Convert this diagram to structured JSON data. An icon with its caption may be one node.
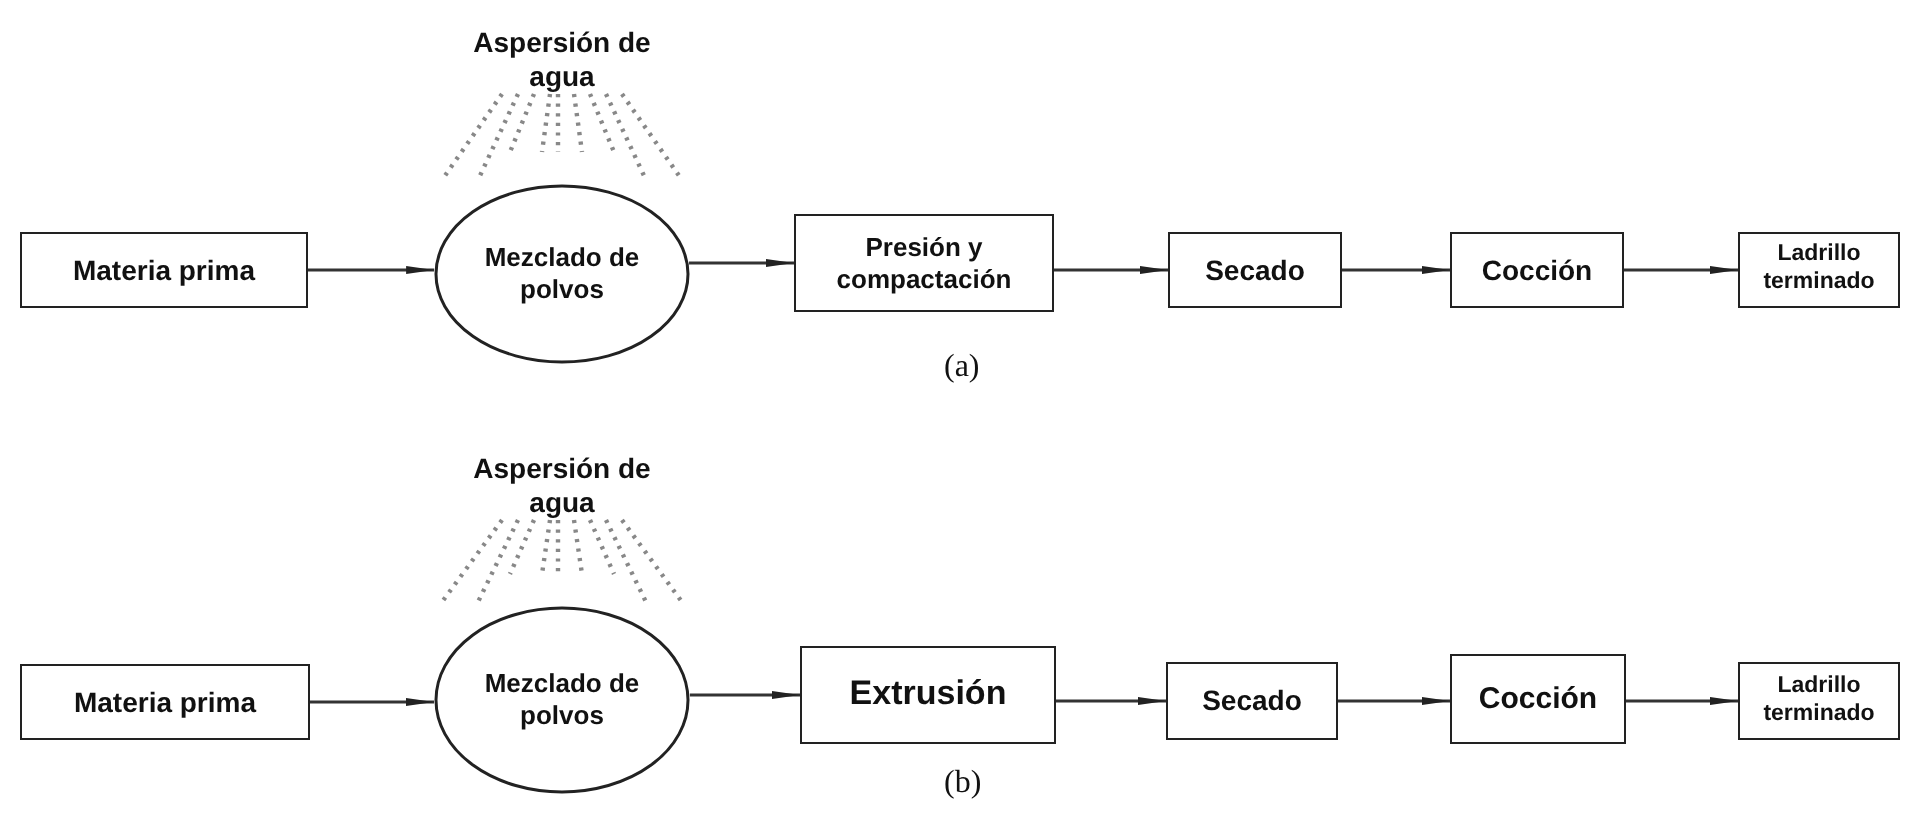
{
  "diagram": {
    "nodes": [
      {
        "text": [
          "Materia prima"
        ]
      },
      {
        "text": [
          "Mezclado de polvos"
        ],
        "beside": [
          "Aspersión de agua"
        ]
      },
      {
        "text": [
          "Presión y compactación"
        ]
      },
      {
        "text": [
          "Secado"
        ]
      },
      {
        "text": [
          "Cocción"
        ]
      },
      {
        "text": [
          "Ladrillo terminado"
        ]
      },
      {
        "text": [
          "Materia prima"
        ]
      },
      {
        "text": [
          "Mezclado de polvos"
        ],
        "beside": [
          "Aspersión de agua"
        ]
      },
      {
        "text": [
          "Extrusión"
        ]
      },
      {
        "text": [
          "Secado"
        ]
      },
      {
        "text": [
          "Cocción"
        ]
      },
      {
        "text": [
          "Ladrillo terminado"
        ]
      }
    ],
    "edges": [
      {
        "from": 0,
        "to": 1,
        "arrow": "to"
      },
      {
        "from": 1,
        "to": 2,
        "arrow": "to"
      },
      {
        "from": 2,
        "to": 3,
        "arrow": "to"
      },
      {
        "from": 3,
        "to": 4,
        "arrow": "to"
      },
      {
        "from": 4,
        "to": 5,
        "arrow": "to"
      },
      {
        "from": 6,
        "to": 7,
        "arrow": "to"
      },
      {
        "from": 7,
        "to": 8,
        "arrow": "to"
      },
      {
        "from": 8,
        "to": 9,
        "arrow": "to"
      },
      {
        "from": 9,
        "to": 10,
        "arrow": "to"
      },
      {
        "from": 10,
        "to": 11,
        "arrow": "to"
      }
    ],
    "labels": [
      "(a)",
      "(b)"
    ]
  }
}
